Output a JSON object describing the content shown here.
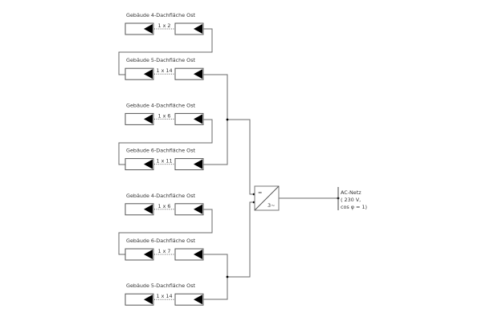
{
  "diagram": {
    "type": "pv-string-wiring",
    "strings": [
      {
        "label": "Gebäude 4-Dachfläche Ost",
        "count": "1 x 2"
      },
      {
        "label": "Gebäude 5-Dachfläche Ost",
        "count": "1 x 14"
      },
      {
        "label": "Gebäude 4-Dachfläche Ost",
        "count": "1 x 6"
      },
      {
        "label": "Gebäude 6-Dachfläche Ost",
        "count": "1 x 11"
      },
      {
        "label": "Gebäude 4-Dachfläche Ost",
        "count": "1 x 6"
      },
      {
        "label": "Gebäude 6-Dachfläche Ost",
        "count": "1 x 7"
      },
      {
        "label": "Gebäude 5-Dachfläche Ost",
        "count": "1 x 14"
      }
    ],
    "inverter": {
      "dc_symbol": "=",
      "ac_symbol": "3~"
    },
    "grid": {
      "lines": [
        "AC-Netz",
        "( 230 V,",
        "cos φ = 1)"
      ]
    },
    "colors": {
      "wire": "#6a6a6a",
      "module_border": "#555555",
      "module_marker": "#000000",
      "text": "#333333"
    }
  }
}
